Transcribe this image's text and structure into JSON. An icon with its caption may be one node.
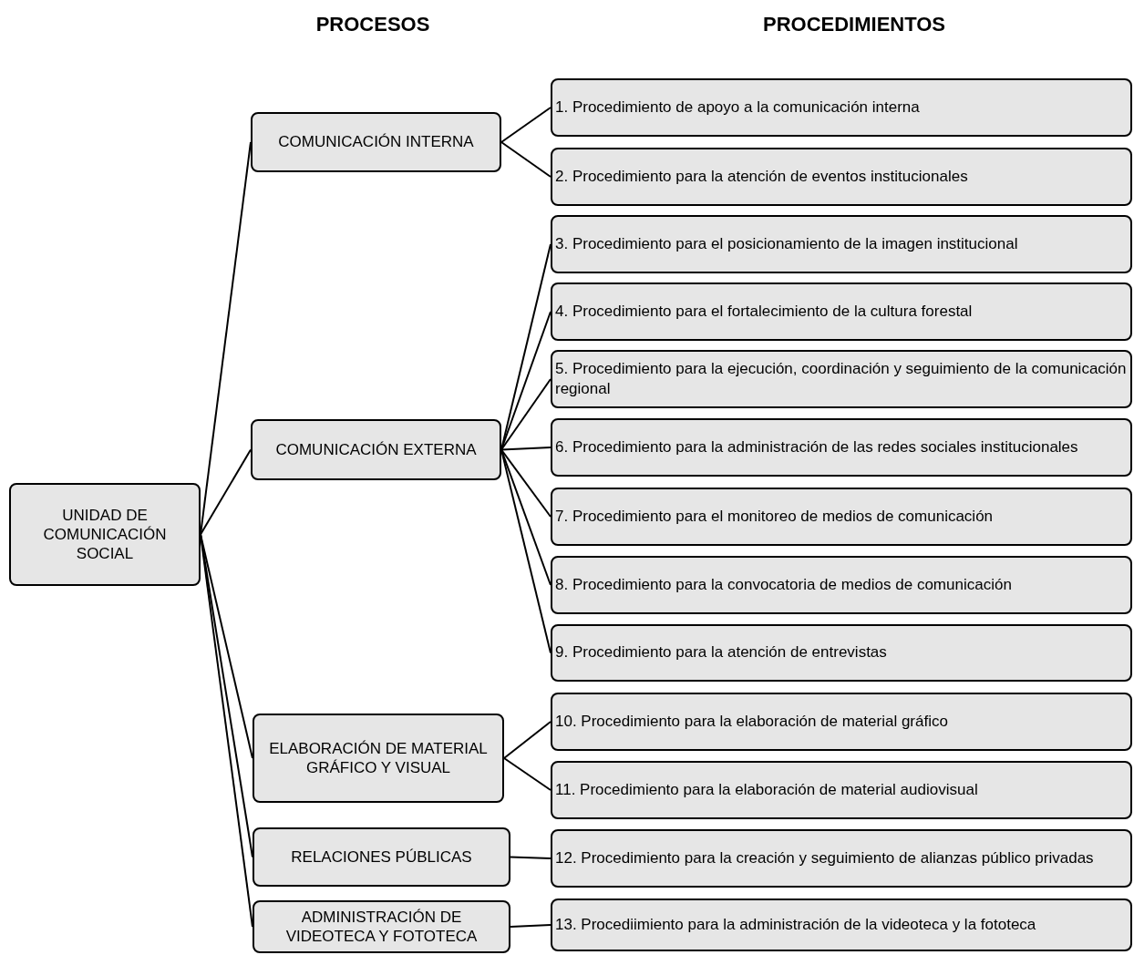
{
  "diagram": {
    "nodes": [
      {
        "text": [
          "UNIDAD DE COMUNICACIÓN SOCIAL"
        ]
      },
      {
        "text": [
          "COMUNICACIÓN INTERNA"
        ]
      },
      {
        "text": [
          "1. Procedimiento de apoyo a la comunicación interna"
        ]
      },
      {
        "text": [
          "2. Procedimiento para la atención de eventos institucionales"
        ]
      },
      {
        "text": [
          "COMUNICACIÓN EXTERNA"
        ]
      },
      {
        "text": [
          "3. Procedimiento para el posicionamiento de la imagen institucional"
        ]
      },
      {
        "text": [
          "4. Procedimiento para el fortalecimiento de la cultura forestal"
        ]
      },
      {
        "text": [
          "5. Procedimiento para la ejecución, coordinación y seguimiento de la comunicación regional"
        ]
      },
      {
        "text": [
          "6. Procedimiento para la administración de las redes sociales institucionales"
        ]
      },
      {
        "text": [
          "7. Procedimiento para el monitoreo de medios de comunicación"
        ]
      },
      {
        "text": [
          "8. Procedimiento para la convocatoria de medios de comunicación"
        ]
      },
      {
        "text": [
          "9. Procedimiento para la atención de entrevistas"
        ]
      },
      {
        "text": [
          "ELABORACIÓN DE MATERIAL GRÁFICO Y VISUAL"
        ]
      },
      {
        "text": [
          "10. Procedimiento para la elaboración de material gráfico"
        ]
      },
      {
        "text": [
          "11. Procedimiento para la elaboración de material audiovisual"
        ]
      },
      {
        "text": [
          "RELACIONES PÚBLICAS"
        ]
      },
      {
        "text": [
          "12. Procedimiento para la creación y seguimiento de alianzas público privadas"
        ]
      },
      {
        "text": [
          "ADMINISTRACIÓN DE VIDEOTECA Y FOTOTECA"
        ]
      },
      {
        "text": [
          "13. Procediimiento para la administración de la videoteca y la fototeca"
        ]
      }
    ],
    "edges": [
      {
        "from": 0,
        "to": 1,
        "arrow": "none"
      },
      {
        "from": 0,
        "to": 4,
        "arrow": "none"
      },
      {
        "from": 0,
        "to": 12,
        "arrow": "none"
      },
      {
        "from": 0,
        "to": 15,
        "arrow": "none"
      },
      {
        "from": 0,
        "to": 17,
        "arrow": "none"
      },
      {
        "from": 1,
        "to": 2,
        "arrow": "none"
      },
      {
        "from": 1,
        "to": 3,
        "arrow": "none"
      },
      {
        "from": 4,
        "to": 5,
        "arrow": "none"
      },
      {
        "from": 4,
        "to": 6,
        "arrow": "none"
      },
      {
        "from": 4,
        "to": 7,
        "arrow": "none"
      },
      {
        "from": 4,
        "to": 8,
        "arrow": "none"
      },
      {
        "from": 4,
        "to": 9,
        "arrow": "none"
      },
      {
        "from": 4,
        "to": 10,
        "arrow": "none"
      },
      {
        "from": 4,
        "to": 11,
        "arrow": "none"
      },
      {
        "from": 12,
        "to": 13,
        "arrow": "none"
      },
      {
        "from": 12,
        "to": 14,
        "arrow": "none"
      },
      {
        "from": 15,
        "to": 16,
        "arrow": "none"
      },
      {
        "from": 17,
        "to": 18,
        "arrow": "none"
      }
    ],
    "labels": [
      "PROCESOS",
      "PROCEDIMIENTOS"
    ]
  }
}
